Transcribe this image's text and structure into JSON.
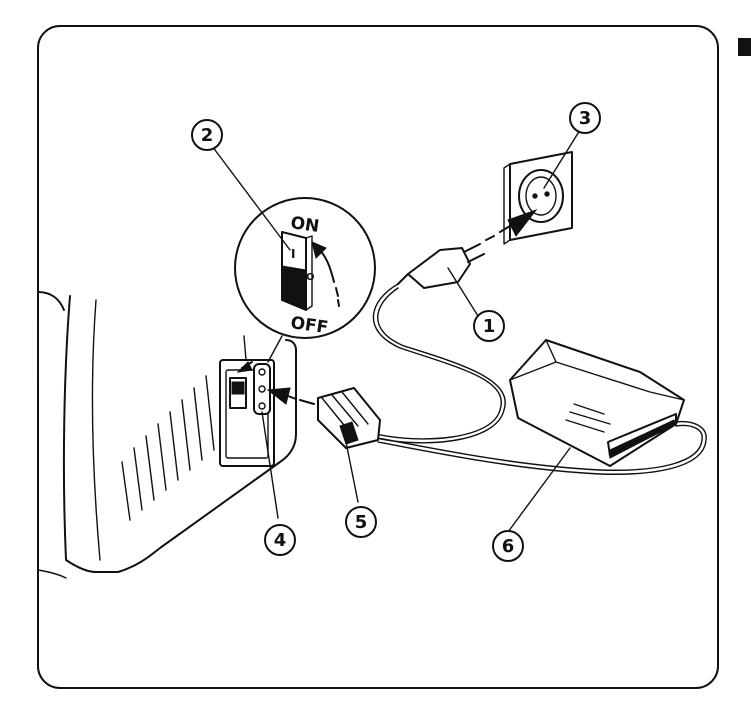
{
  "switch_labels": {
    "on": "ON",
    "off": "OFF",
    "on_mark": "I",
    "off_mark": "O"
  },
  "callouts": [
    "1",
    "2",
    "3",
    "4",
    "5",
    "6"
  ]
}
